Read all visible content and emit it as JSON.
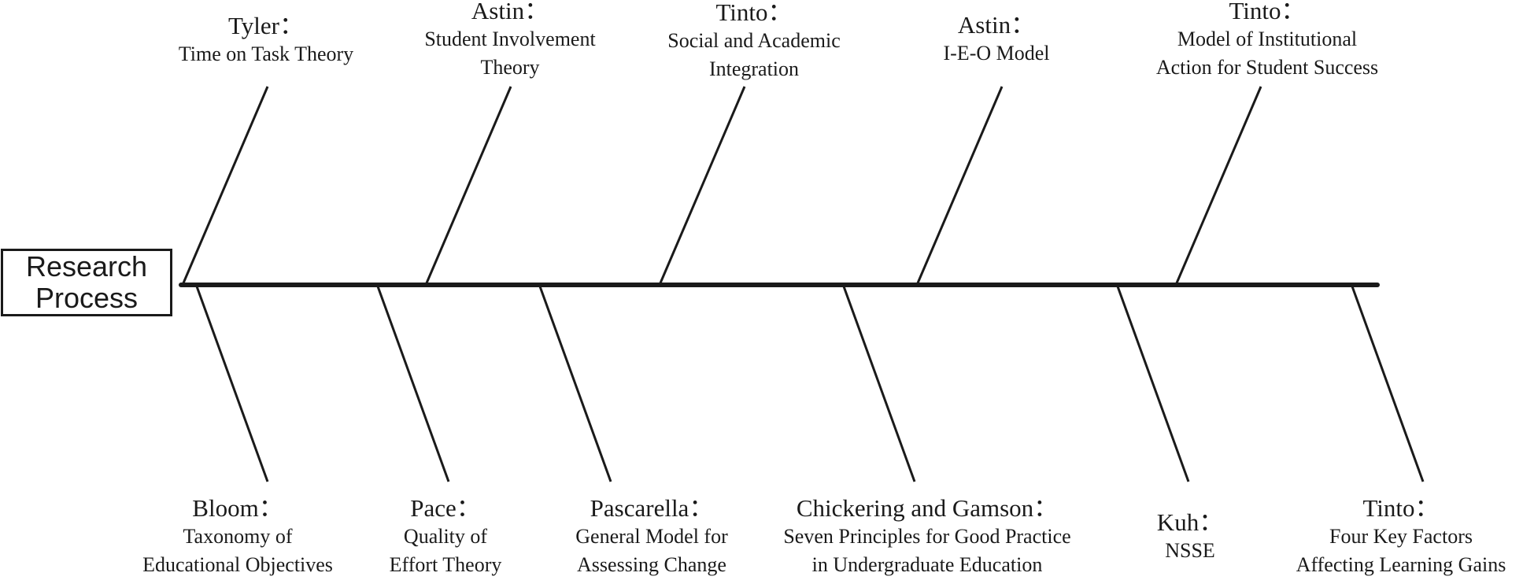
{
  "root": {
    "line1": "Research",
    "line2": "Process"
  },
  "top_branches": [
    {
      "author": "Tyler：",
      "theory_lines": [
        "Time on Task Theory"
      ]
    },
    {
      "author": "Astin：",
      "theory_lines": [
        "Student Involvement",
        "Theory"
      ]
    },
    {
      "author": "Tinto：",
      "theory_lines": [
        "Social and Academic",
        "Integration"
      ]
    },
    {
      "author": "Astin：",
      "theory_lines": [
        "I-E-O Model"
      ]
    },
    {
      "author": "Tinto：",
      "theory_lines": [
        "Model of Institutional",
        "Action for Student Success"
      ]
    }
  ],
  "bottom_branches": [
    {
      "author": "Bloom：",
      "theory_lines": [
        "Taxonomy of",
        "Educational Objectives"
      ]
    },
    {
      "author": "Pace：",
      "theory_lines": [
        "Quality of",
        "Effort Theory"
      ]
    },
    {
      "author": "Pascarella：",
      "theory_lines": [
        "General Model for",
        "Assessing Change"
      ]
    },
    {
      "author": "Chickering and Gamson：",
      "theory_lines": [
        "Seven Principles for Good Practice",
        "in Undergraduate Education"
      ]
    },
    {
      "author": "Kuh：",
      "theory_lines": [
        "NSSE"
      ]
    },
    {
      "author": "Tinto：",
      "theory_lines": [
        "Four Key Factors",
        "Affecting Learning Gains"
      ]
    }
  ],
  "colors": {
    "line": "#1a1a1a",
    "background": "#ffffff"
  }
}
